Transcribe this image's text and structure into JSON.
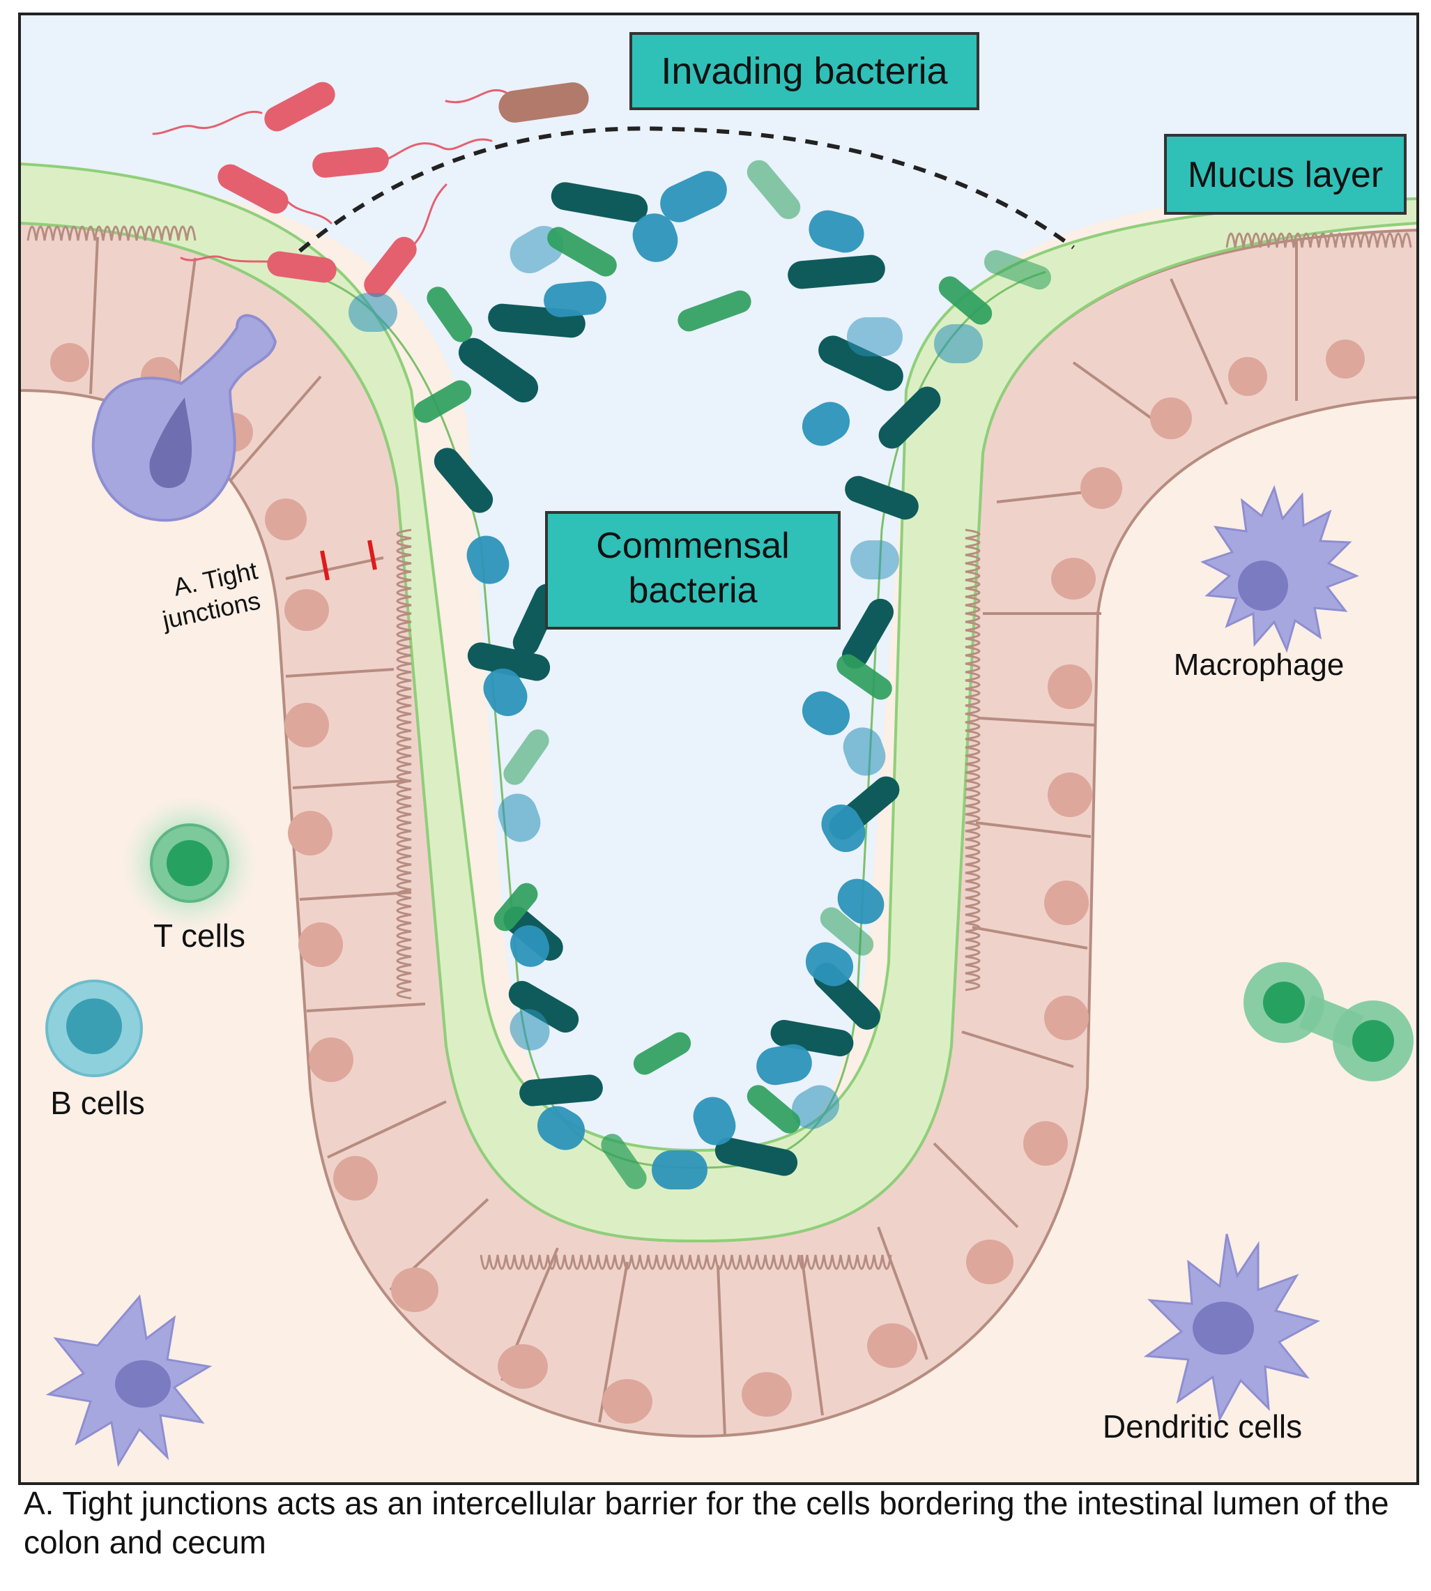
{
  "labels": {
    "invading_bacteria": "Invading bacteria",
    "mucus_layer": "Mucus layer",
    "commensal_line1": "Commensal",
    "commensal_line2": "bacteria",
    "tight_junctions_line1": "A. Tight",
    "tight_junctions_line2": "junctions",
    "macrophage": "Macrophage",
    "t_cells": "T cells",
    "b_cells": "B cells",
    "dendritic_cells": "Dendritic cells"
  },
  "caption": "A. Tight junctions acts as an intercellular barrier for the cells bordering the intestinal lumen of the colon and cecum",
  "colors": {
    "lumen": "#eaf2fb",
    "tissue": "#fbefe6",
    "mucus": "#dcefc4",
    "epithelium": "#efd3cb",
    "cell_border": "#b78c80",
    "nucleus": "#dea79b",
    "label_box": "#2fc0b8",
    "label_border": "#333333",
    "invading_bacteria": "#e4606f",
    "commensal_dark": "#0f5b5c",
    "commensal_blue": "#2e94ba",
    "commensal_green": "#2ea05e",
    "immune_purple": "#a7a7e0"
  }
}
